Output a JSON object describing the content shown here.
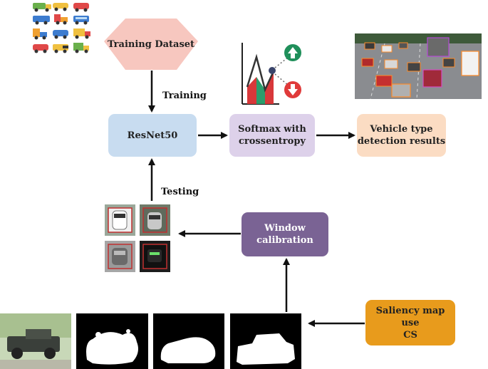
{
  "nodes": {
    "training_dataset": "Training Dataset",
    "resnet50": "ResNet50",
    "softmax": "Softmax with\ncrossentropy",
    "vehicle_results": "Vehicle type\ndetection results",
    "window_calibration": "Window\ncalibration",
    "saliency_map": "Saliency map use\nCS"
  },
  "edge_labels": {
    "training": "Training",
    "testing": "Testing"
  },
  "colors": {
    "hexagon": "#f7c7bf",
    "resnet": "#c8dcf0",
    "softmax": "#ddd1ea",
    "results": "#fbdcc3",
    "window": "#7a6394",
    "saliency": "#e89b1c",
    "arrow": "#111111"
  }
}
